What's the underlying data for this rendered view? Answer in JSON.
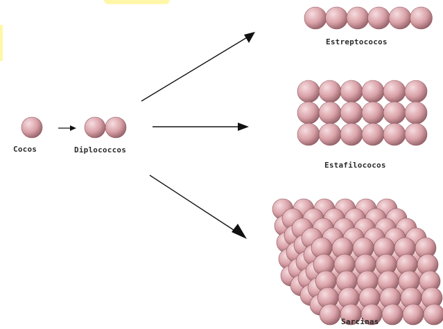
{
  "labels": {
    "cocos": "Cocos",
    "diplococos": "Diplococcos",
    "estreptococos": "Estreptococos",
    "estafilococos": "Estafilococos",
    "sarcinas": "Sarcinas"
  },
  "colors": {
    "sphere_light": "#f6dde0",
    "sphere_mid": "#d9a1a8",
    "sphere_dark": "#8e5b62",
    "arrow": "#111111",
    "text": "#2a2a2a"
  },
  "counts": {
    "cocos": 1,
    "diplococos": 2,
    "estreptococos": 6,
    "estafilococos_rows": 3,
    "estafilococos_cols": 6,
    "sarcinas_layers": 5
  }
}
